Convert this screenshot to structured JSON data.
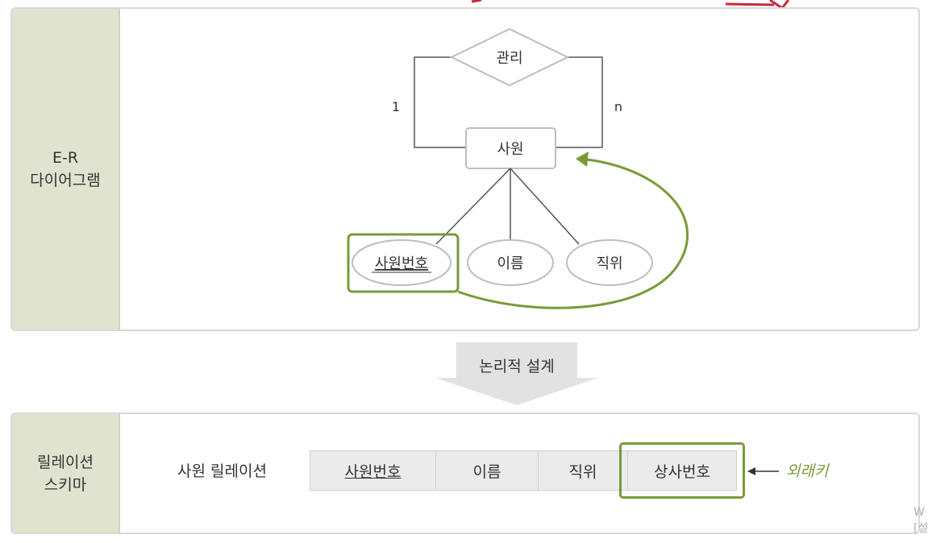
{
  "er_section": {
    "label_line1": "E-R",
    "label_line2": "다이어그램",
    "relationship": "관리",
    "cardinality_left": "1",
    "cardinality_right": "n",
    "entity": "사원",
    "attributes": [
      "사원번호",
      "이름",
      "직위"
    ]
  },
  "transform": {
    "label": "논리적 설계"
  },
  "schema_section": {
    "label_line1": "릴레이션",
    "label_line2": "스키마",
    "relation_name": "사원 릴레이션",
    "columns": [
      "사원번호",
      "이름",
      "직위",
      "상사번호"
    ],
    "foreign_key_label": "외래키"
  },
  "watermark": {
    "line1": "W",
    "line2": "[설"
  },
  "colors": {
    "accent_green": "#7a9a3a",
    "label_bg": "#dfe3cf",
    "cell_bg": "#ebebeb",
    "top_red": "#c8283c"
  }
}
